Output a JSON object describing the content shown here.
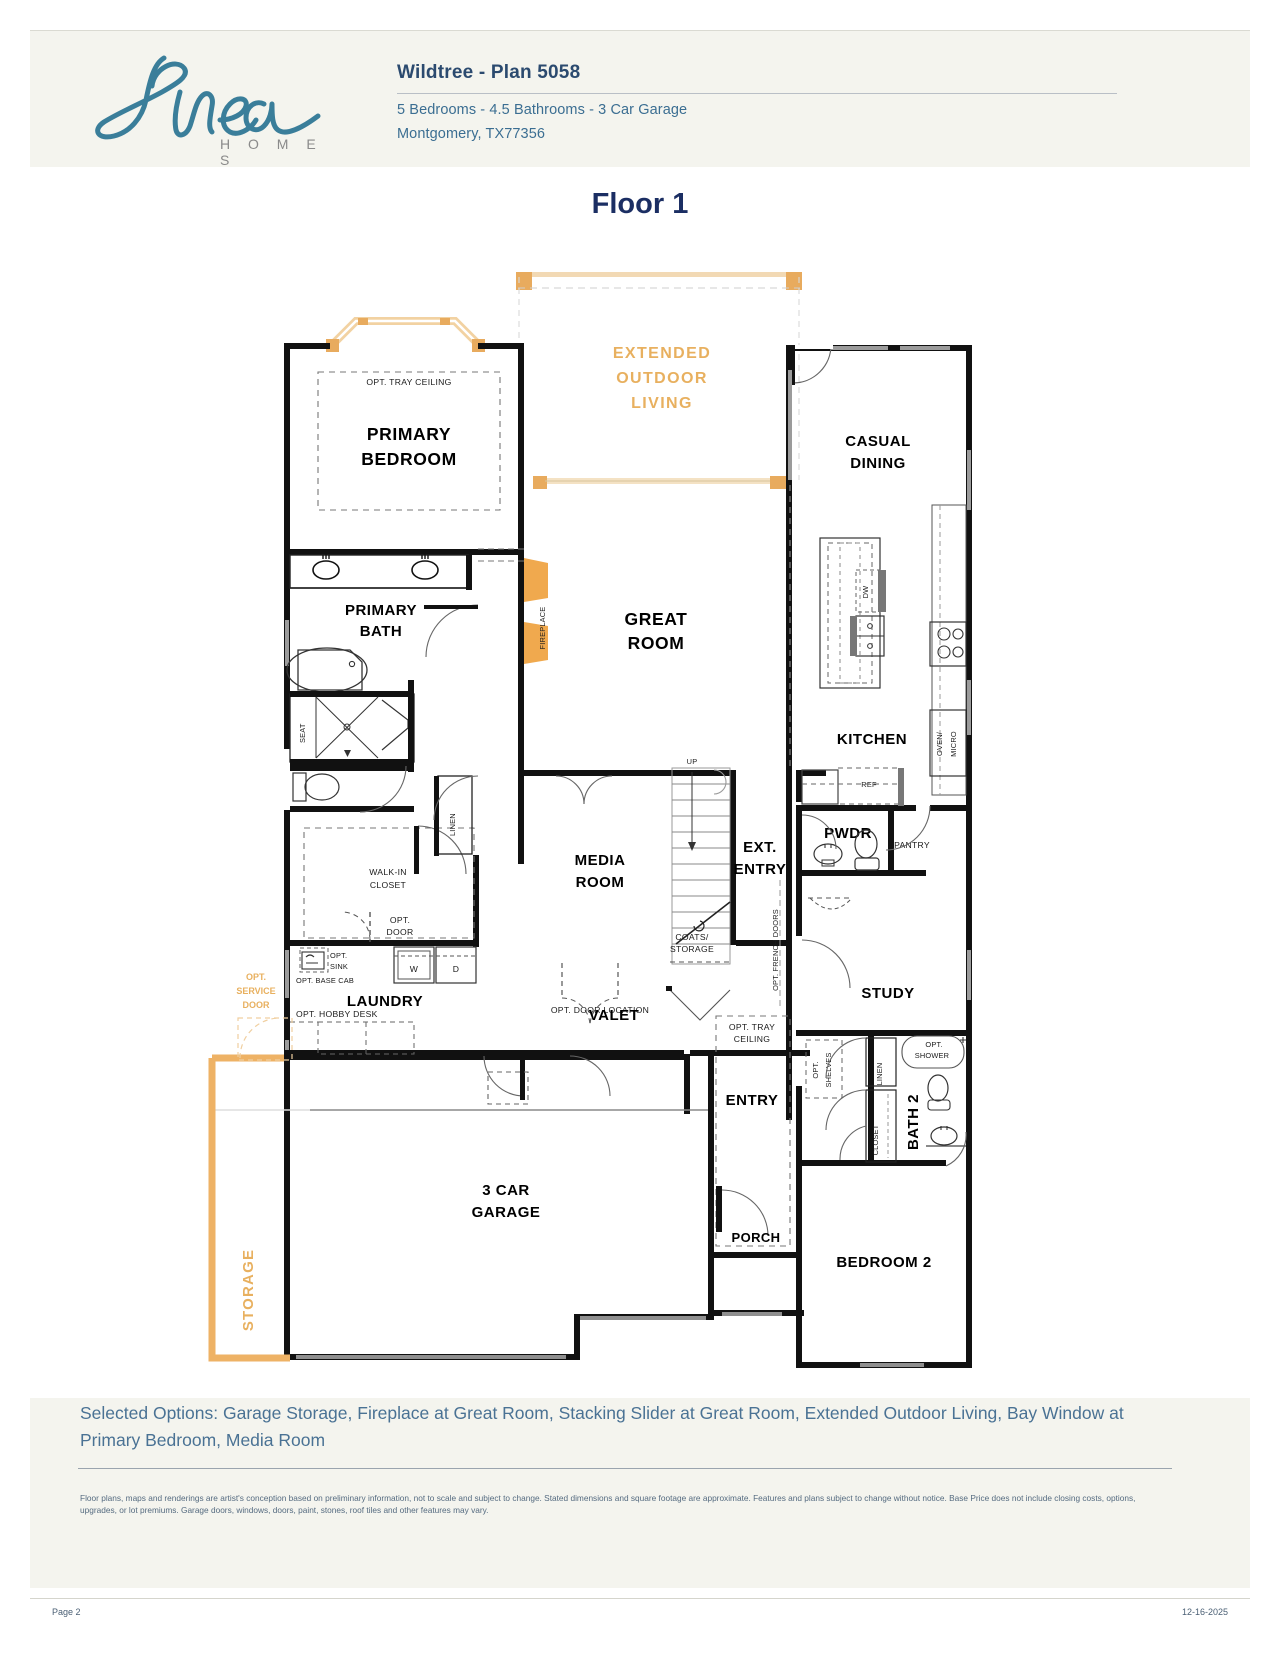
{
  "header": {
    "logo_word": "H O M E S",
    "logo_name": "Shea",
    "plan_title": "Wildtree - Plan 5058",
    "spec_line": "5 Bedrooms - 4.5 Bathrooms - 3 Car Garage",
    "location_line": "Montgomery, TX77356",
    "brand_color": "#2b4a6f",
    "subline_color": "#3b6e92"
  },
  "floor_label": "Floor 1",
  "plan": {
    "accent_color": "#e8ab5e",
    "rooms": [
      {
        "name": "PRIMARY BEDROOM",
        "line1": "PRIMARY",
        "line2": "BEDROOM"
      },
      {
        "name": "PRIMARY BATH",
        "line1": "PRIMARY",
        "line2": "BATH"
      },
      {
        "name": "EXTENDED OUTDOOR LIVING",
        "line1": "EXTENDED",
        "line2": "OUTDOOR",
        "line3": "LIVING"
      },
      {
        "name": "CASUAL DINING",
        "line1": "CASUAL",
        "line2": "DINING"
      },
      {
        "name": "GREAT ROOM",
        "line1": "GREAT",
        "line2": "ROOM"
      },
      {
        "name": "KITCHEN",
        "line1": "KITCHEN"
      },
      {
        "name": "PWDR",
        "line1": "PWDR"
      },
      {
        "name": "MEDIA ROOM",
        "line1": "MEDIA",
        "line2": "ROOM"
      },
      {
        "name": "EXT. ENTRY",
        "line1": "EXT.",
        "line2": "ENTRY"
      },
      {
        "name": "STUDY",
        "line1": "STUDY"
      },
      {
        "name": "LAUNDRY",
        "line1": "LAUNDRY"
      },
      {
        "name": "VALET",
        "line1": "VALET"
      },
      {
        "name": "ENTRY",
        "line1": "ENTRY"
      },
      {
        "name": "BATH 2",
        "line1": "BATH 2"
      },
      {
        "name": "3 CAR GARAGE",
        "line1": "3 CAR",
        "line2": "GARAGE"
      },
      {
        "name": "STORAGE",
        "line1": "STORAGE"
      },
      {
        "name": "PORCH",
        "line1": "PORCH"
      },
      {
        "name": "BEDROOM 2",
        "line1": "BEDROOM 2"
      }
    ],
    "labels": {
      "opt_tray_ceiling_primary": "OPT. TRAY CEILING",
      "opt_tray_ceiling_entry_1": "OPT. TRAY",
      "opt_tray_ceiling_entry_2": "CEILING",
      "seat": "SEAT",
      "linen_primary": "LINEN",
      "linen_bath2": "LINEN",
      "walk_in_1": "WALK-IN",
      "walk_in_2": "CLOSET",
      "opt_door_1": "OPT.",
      "opt_door_2": "DOOR",
      "opt_sink_1": "OPT.",
      "opt_sink_2": "SINK",
      "opt_base_cab": "OPT. BASE CAB",
      "opt_hobby_desk": "OPT. HOBBY DESK",
      "washer": "W",
      "dryer": "D",
      "opt_door_location": "OPT. DOOR LOCATION",
      "up": "UP",
      "coats_1": "COATS/",
      "coats_2": "STORAGE",
      "dw": "DW",
      "ref": "REF",
      "pantry": "PANTRY",
      "oven": "OVEN/",
      "micro": "MICRO",
      "fireplace": "FIREPLACE",
      "opt_french_doors": "OPT. FRENCH DOORS",
      "opt_shelves_1": "OPT.",
      "opt_shelves_2": "SHELVES",
      "closet_bath2": "CLOSET",
      "opt_shower_1": "OPT.",
      "opt_shower_2": "SHOWER",
      "opt_service_door_1": "OPT.",
      "opt_service_door_2": "SERVICE",
      "opt_service_door_3": "DOOR"
    }
  },
  "footer": {
    "options_text": "Selected Options: Garage Storage, Fireplace at Great Room, Stacking Slider at Great Room, Extended Outdoor Living, Bay Window at Primary Bedroom, Media Room",
    "disclaimer": "Floor plans, maps and renderings are artist's conception based on preliminary information, not to scale and subject to change. Stated dimensions and square footage are approximate. Features and plans subject to change without notice. Base Price does not include closing costs, options, upgrades, or lot premiums. Garage doors, windows, doors, paint, stones, roof tiles and other features may vary.",
    "page_number": "Page 2",
    "date": "12-16-2025"
  }
}
